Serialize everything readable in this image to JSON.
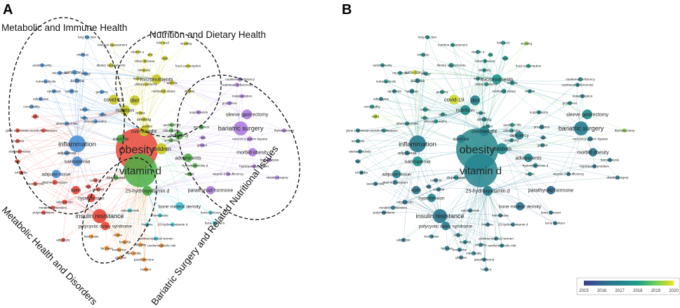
{
  "panels": [
    {
      "letter": "A"
    },
    {
      "letter": "B"
    }
  ],
  "clusters": [
    {
      "label": "Metabolic and Immune Health"
    },
    {
      "label": "Nutrition and Dietary Health"
    },
    {
      "label": "Metabolic Health and Disorders"
    },
    {
      "label": "Bariatric Surgery and Related Nutritional Issues"
    }
  ],
  "colorbar": {
    "ticks": [
      "2015",
      "2016",
      "2017",
      "2018",
      "2019",
      "2020"
    ],
    "colors": [
      "#3b3f8f",
      "#31688e",
      "#26828e",
      "#1f9e89",
      "#6cce59",
      "#f3e01c"
    ]
  },
  "cluster_colors": {
    "red": "#e8463a",
    "green": "#4cae44",
    "blue": "#4d93d6",
    "yellow": "#c9c928",
    "purple": "#b07fe0",
    "cyan": "#3fc4d4",
    "orange": "#f08a2c"
  },
  "nodes": [
    {
      "label": "obesity",
      "size": 22,
      "cluster": "red",
      "year": 0.45
    },
    {
      "label": "vitamin d",
      "size": 20,
      "cluster": "green",
      "year": 0.42
    },
    {
      "label": "inflammation",
      "size": 8,
      "cluster": "blue",
      "year": 0.35
    },
    {
      "label": "insulin resistance",
      "size": 7,
      "cluster": "red",
      "year": 0.32
    },
    {
      "label": "bariatric surgery",
      "size": 7,
      "cluster": "purple",
      "year": 0.38
    },
    {
      "label": "sleeve gastrectomy",
      "size": 5,
      "cluster": "purple",
      "year": 0.5
    },
    {
      "label": "children",
      "size": 6,
      "cluster": "yellow",
      "year": 0.45
    },
    {
      "label": "sarcopenia",
      "size": 5,
      "cluster": "blue",
      "year": 0.55
    },
    {
      "label": "nutrition",
      "size": 5,
      "cluster": "yellow",
      "year": 0.48
    },
    {
      "label": "covid-19",
      "size": 5,
      "cluster": "yellow",
      "year": 0.95
    },
    {
      "label": "diet",
      "size": 5,
      "cluster": "yellow",
      "year": 0.4
    },
    {
      "label": "micronutrients",
      "size": 5,
      "cluster": "yellow",
      "year": 0.55
    },
    {
      "label": "overweight",
      "size": 5,
      "cluster": "yellow",
      "year": 0.4
    },
    {
      "label": "adolescents",
      "size": 4,
      "cluster": "green",
      "year": 0.45
    },
    {
      "label": "morbid obesity",
      "size": 4,
      "cluster": "purple",
      "year": 0.3
    },
    {
      "label": "parathyroid hormone",
      "size": 4,
      "cluster": "purple",
      "year": 0.2
    },
    {
      "label": "25-hydroxyvitamin d",
      "size": 5,
      "cluster": "green",
      "year": 0.35
    },
    {
      "label": "bone mineral density",
      "size": 4,
      "cluster": "cyan",
      "year": 0.3
    },
    {
      "label": "polycystic ovary syndrome",
      "size": 4,
      "cluster": "red",
      "year": 0.35
    },
    {
      "label": "hypertension",
      "size": 4,
      "cluster": "red",
      "year": 0.4
    },
    {
      "label": "adipose tissue",
      "size": 4,
      "cluster": "blue",
      "year": 0.4
    },
    {
      "label": "exercise",
      "size": 4,
      "cluster": "green",
      "year": 0.4
    },
    {
      "label": "deficiency",
      "size": 4,
      "cluster": "green",
      "year": 0.4
    },
    {
      "label": "prevalence",
      "size": 3,
      "cluster": "green",
      "year": 0.4
    },
    {
      "label": "adipokines",
      "size": 3,
      "cluster": "blue",
      "year": 0.35
    },
    {
      "label": "leptin",
      "size": 4,
      "cluster": "red",
      "year": 0.3
    },
    {
      "label": "vitamin d receptor",
      "size": 3,
      "cluster": "red",
      "year": 0.3
    },
    {
      "label": "adiponectin",
      "size": 3,
      "cluster": "red",
      "year": 0.3
    },
    {
      "label": "depression",
      "size": 3,
      "cluster": "green",
      "year": 0.5
    },
    {
      "label": "smoking",
      "size": 3,
      "cluster": "yellow",
      "year": 0.5
    },
    {
      "label": "asthma",
      "size": 3,
      "cluster": "blue",
      "year": 0.45
    },
    {
      "label": "fat mass",
      "size": 3,
      "cluster": "orange",
      "year": 0.35
    },
    {
      "label": "body fat",
      "size": 2,
      "cluster": "orange",
      "year": 0.4
    },
    {
      "label": "glucose",
      "size": 2,
      "cluster": "orange",
      "year": 0.4
    },
    {
      "label": "fracture",
      "size": 2,
      "cluster": "cyan",
      "year": 0.35
    },
    {
      "label": "bone turnover",
      "size": 2,
      "cluster": "cyan",
      "year": 0.3
    },
    {
      "label": "bone markers",
      "size": 2,
      "cluster": "cyan",
      "year": 0.25
    },
    {
      "label": "postmenopausal women",
      "size": 2,
      "cluster": "cyan",
      "year": 0.35
    },
    {
      "label": "infertility",
      "size": 2,
      "cluster": "orange",
      "year": 0.45
    },
    {
      "label": "cardiometabolic risk",
      "size": 2,
      "cluster": "orange",
      "year": 0.5
    },
    {
      "label": "25-hydroxy vitamin d",
      "size": 2,
      "cluster": "cyan",
      "year": 0.35
    },
    {
      "label": "parathormone",
      "size": 2,
      "cluster": "orange",
      "year": 0.3
    },
    {
      "label": "homa-ir",
      "size": 2,
      "cluster": "orange",
      "year": 0.35
    },
    {
      "label": "endocrine",
      "size": 2,
      "cluster": "orange",
      "year": 0.35
    },
    {
      "label": "nitric oxide",
      "size": 2,
      "cluster": "orange",
      "year": 0.4
    },
    {
      "label": "lean mass",
      "size": 2,
      "cluster": "orange",
      "year": 0.4
    },
    {
      "label": "adipocyte",
      "size": 2,
      "cluster": "red",
      "year": 0.3
    },
    {
      "label": "polymorphisms",
      "size": 2,
      "cluster": "red",
      "year": 0.25
    },
    {
      "label": "testosterone",
      "size": 2,
      "cluster": "red",
      "year": 0.3
    },
    {
      "label": "tnf alpha",
      "size": 2,
      "cluster": "red",
      "year": 0.35
    },
    {
      "label": "liver",
      "size": 2,
      "cluster": "red",
      "year": 0.35
    },
    {
      "label": "skeletal muscle",
      "size": 2,
      "cluster": "red",
      "year": 0.4
    },
    {
      "label": "steatosis",
      "size": 2,
      "cluster": "red",
      "year": 0.5
    },
    {
      "label": "gene expression",
      "size": 2,
      "cluster": "red",
      "year": 0.4
    },
    {
      "label": "metabolic diseases",
      "size": 2,
      "cluster": "red",
      "year": 0.45
    },
    {
      "label": "nafld",
      "size": 3,
      "cluster": "red",
      "year": 0.9
    },
    {
      "label": "comorbidity",
      "size": 2,
      "cluster": "blue",
      "year": 0.6
    },
    {
      "label": "adipocytes",
      "size": 2,
      "cluster": "blue",
      "year": 0.4
    },
    {
      "label": "apoptosis",
      "size": 2,
      "cluster": "blue",
      "year": 0.45
    },
    {
      "label": "cytokines",
      "size": 3,
      "cluster": "blue",
      "year": 0.4
    },
    {
      "label": "nutraceuticals",
      "size": 2,
      "cluster": "blue",
      "year": 0.55
    },
    {
      "label": "microbiota",
      "size": 2,
      "cluster": "blue",
      "year": 0.6
    },
    {
      "label": "autoimmunity",
      "size": 2,
      "cluster": "blue",
      "year": 0.5
    },
    {
      "label": "sars-cov-2",
      "size": 3,
      "cluster": "blue",
      "year": 0.95
    },
    {
      "label": "allergy",
      "size": 2,
      "cluster": "blue",
      "year": 0.5
    },
    {
      "label": "infection",
      "size": 2,
      "cluster": "blue",
      "year": 0.55
    },
    {
      "label": "lung function",
      "size": 2,
      "cluster": "blue",
      "year": 0.5
    },
    {
      "label": "nutrition assessment",
      "size": 2,
      "cluster": "yellow",
      "year": 0.6
    },
    {
      "label": "vitamin a",
      "size": 2,
      "cluster": "yellow",
      "year": 0.55
    },
    {
      "label": "zinc",
      "size": 2,
      "cluster": "yellow",
      "year": 0.6
    },
    {
      "label": "celiac disease",
      "size": 2,
      "cluster": "yellow",
      "year": 0.55
    },
    {
      "label": "folic acid",
      "size": 2,
      "cluster": "yellow",
      "year": 0.5
    },
    {
      "label": "stunting",
      "size": 2,
      "cluster": "yellow",
      "year": 0.85
    },
    {
      "label": "iron",
      "size": 3,
      "cluster": "yellow",
      "year": 0.5
    },
    {
      "label": "food consumption",
      "size": 2,
      "cluster": "yellow",
      "year": 0.6
    },
    {
      "label": "dietary supplements",
      "size": 3,
      "cluster": "yellow",
      "year": 0.55
    },
    {
      "label": "minerals",
      "size": 2,
      "cluster": "yellow",
      "year": 0.5
    },
    {
      "label": "health",
      "size": 2,
      "cluster": "yellow",
      "year": 0.55
    },
    {
      "label": "dietary patterns",
      "size": 2,
      "cluster": "yellow",
      "year": 0.6
    },
    {
      "label": "anemia",
      "size": 3,
      "cluster": "yellow",
      "year": 0.5
    },
    {
      "label": "nutritional status",
      "size": 3,
      "cluster": "yellow",
      "year": 0.5
    },
    {
      "label": "vitamin",
      "size": 2,
      "cluster": "yellow",
      "year": 0.5
    },
    {
      "label": "genetics",
      "size": 2,
      "cluster": "blue",
      "year": 0.5
    },
    {
      "label": "cancer",
      "size": 3,
      "cluster": "blue",
      "year": 0.5
    },
    {
      "label": "review",
      "size": 2,
      "cluster": "yellow",
      "year": 0.5
    },
    {
      "label": "frailty",
      "size": 2,
      "cluster": "blue",
      "year": 0.6
    },
    {
      "label": "aging",
      "size": 2,
      "cluster": "blue",
      "year": 0.55
    },
    {
      "label": "obesity paradox",
      "size": 2,
      "cluster": "blue",
      "year": 0.55
    },
    {
      "label": "atherosclerosis",
      "size": 2,
      "cluster": "blue",
      "year": 0.4
    },
    {
      "label": "protein",
      "size": 2,
      "cluster": "yellow",
      "year": 0.5
    },
    {
      "label": "older adults",
      "size": 2,
      "cluster": "green",
      "year": 0.55
    },
    {
      "label": "quality of life",
      "size": 2,
      "cluster": "green",
      "year": 0.55
    },
    {
      "label": "supplements",
      "size": 2,
      "cluster": "purple",
      "year": 0.5
    },
    {
      "label": "screening",
      "size": 2,
      "cluster": "green",
      "year": 0.5
    },
    {
      "label": "malabsorption",
      "size": 2,
      "cluster": "purple",
      "year": 0.35
    },
    {
      "label": "nutritional deficiency",
      "size": 2,
      "cluster": "purple",
      "year": 0.4
    },
    {
      "label": "nutritional deficiencies",
      "size": 2,
      "cluster": "purple",
      "year": 0.4
    },
    {
      "label": "guidelines",
      "size": 2,
      "cluster": "purple",
      "year": 0.5
    },
    {
      "label": "thyroidectomy",
      "size": 2,
      "cluster": "purple",
      "year": 0.85
    },
    {
      "label": "roux-en-y gastric bypass",
      "size": 3,
      "cluster": "purple",
      "year": 0.35
    },
    {
      "label": "rape",
      "size": 2,
      "cluster": "purple",
      "year": 0.35
    },
    {
      "label": "gender",
      "size": 2,
      "cluster": "purple",
      "year": 0.45
    },
    {
      "label": "hemodialysis",
      "size": 2,
      "cluster": "purple",
      "year": 0.35
    },
    {
      "label": "hyperparathyroidism",
      "size": 2,
      "cluster": "purple",
      "year": 0.3
    },
    {
      "label": "obesity surgery",
      "size": 2,
      "cluster": "purple",
      "year": 0.3
    },
    {
      "label": "vitamin d insufficiency",
      "size": 2,
      "cluster": "purple",
      "year": 0.3
    },
    {
      "label": "hypovitaminosis d",
      "size": 3,
      "cluster": "green",
      "year": 0.35
    },
    {
      "label": "weight",
      "size": 2,
      "cluster": "green",
      "year": 0.5
    },
    {
      "label": "calcidiol",
      "size": 2,
      "cluster": "red",
      "year": 0.3
    },
    {
      "label": "calcitriol",
      "size": 2,
      "cluster": "red",
      "year": 0.3
    },
    {
      "label": "fatty",
      "size": 2,
      "cluster": "red",
      "year": 0.3
    },
    {
      "label": "osteoporosis",
      "size": 2,
      "cluster": "cyan",
      "year": 0.3
    },
    {
      "label": "menopause",
      "size": 2,
      "cluster": "cyan",
      "year": 0.3
    },
    {
      "label": "metabolic disorders",
      "size": 2,
      "cluster": "red",
      "year": 0.3
    },
    {
      "label": "obese",
      "size": 2,
      "cluster": "orange",
      "year": 0.35
    }
  ]
}
